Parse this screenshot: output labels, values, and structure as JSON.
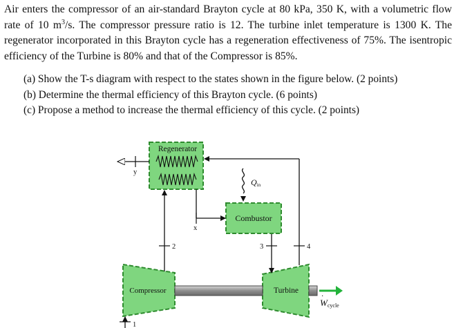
{
  "problem": {
    "line1_pre": "Air enters the compressor of an air-standard Brayton cycle at 80 kPa, 350 K, with a volumetric flow rate of 10 m",
    "line1_sup": "3",
    "line1_post": "/s. The compressor pressure ratio is 12. The turbine inlet temperature is 1300 K. The regenerator incorporated in this Brayton cycle has a regeneration effectiveness of 75%. The isentropic efficiency of the Turbine is 80% and that of the Compressor is 85%."
  },
  "questions": [
    "(a) Show the T-s diagram with respect to the states shown in the figure below. (2 points)",
    "(b) Determine the thermal efficiency of this Brayton cycle. (6 points)",
    "(c) Propose a method to increase the thermal efficiency of this cycle. (2 points)"
  ],
  "diagram": {
    "regenerator": "Regenerator",
    "combustor": "Combustor",
    "compressor": "Compressor",
    "turbine": "Turbine",
    "q_in": "Q",
    "q_in_sub": "in",
    "w_cycle": "W",
    "w_cycle_sub": "cycle",
    "state_1": "1",
    "state_2": "2",
    "state_3": "3",
    "state_4": "4",
    "state_x": "x",
    "state_y": "y",
    "colors": {
      "component_fill": "#7fd67f",
      "component_border": "#2e8b2e",
      "arrow_green": "#22b33a",
      "shaft": "#9a9a9a"
    }
  }
}
